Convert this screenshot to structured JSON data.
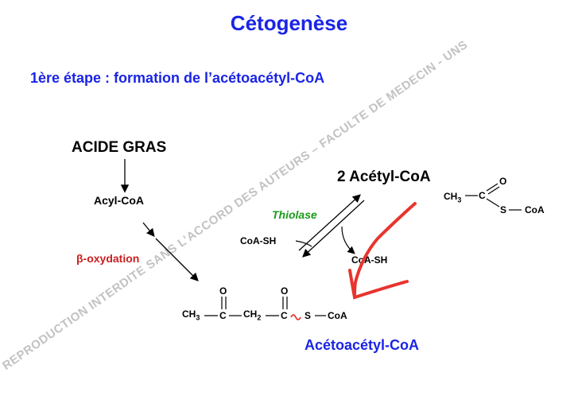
{
  "title": "Cétogenèse",
  "subtitle": "1ère étape : formation de l’acétoacétyl-CoA",
  "acide_gras": "ACIDE GRAS",
  "acyl_coa": "Acyl-CoA",
  "beta_symbol": "β",
  "beta_text": "-oxydation",
  "two_acetyl": "2 Acétyl-CoA",
  "thiolase": "Thiolase",
  "coash_left": "CoA-SH",
  "coash_right": "CoA-SH",
  "acetyl_struct": {
    "ch": "CH",
    "sub": "3",
    "c": "C",
    "o": "O",
    "s": "S",
    "coa": "CoA"
  },
  "aceto_struct": {
    "ch3": "CH",
    "ch3_sub": "3",
    "c1": "C",
    "o1": "O",
    "ch2": "CH",
    "ch2_sub": "2",
    "c2": "C",
    "o2": "O",
    "s": "S",
    "coa": "CoA"
  },
  "acetoacetyl": "Acétoacétyl-CoA",
  "watermark": "REPRODUCTION INTERDITE SANS L’ACCORD DES AUTEURS – FACULTE DE MEDECIN - UNS",
  "colors": {
    "title": "#1a24e6",
    "beta": "#cc1f1f",
    "thiolase": "#1a9a1a",
    "annotation": "#e8342f",
    "watermark": "#b8b8b8"
  }
}
